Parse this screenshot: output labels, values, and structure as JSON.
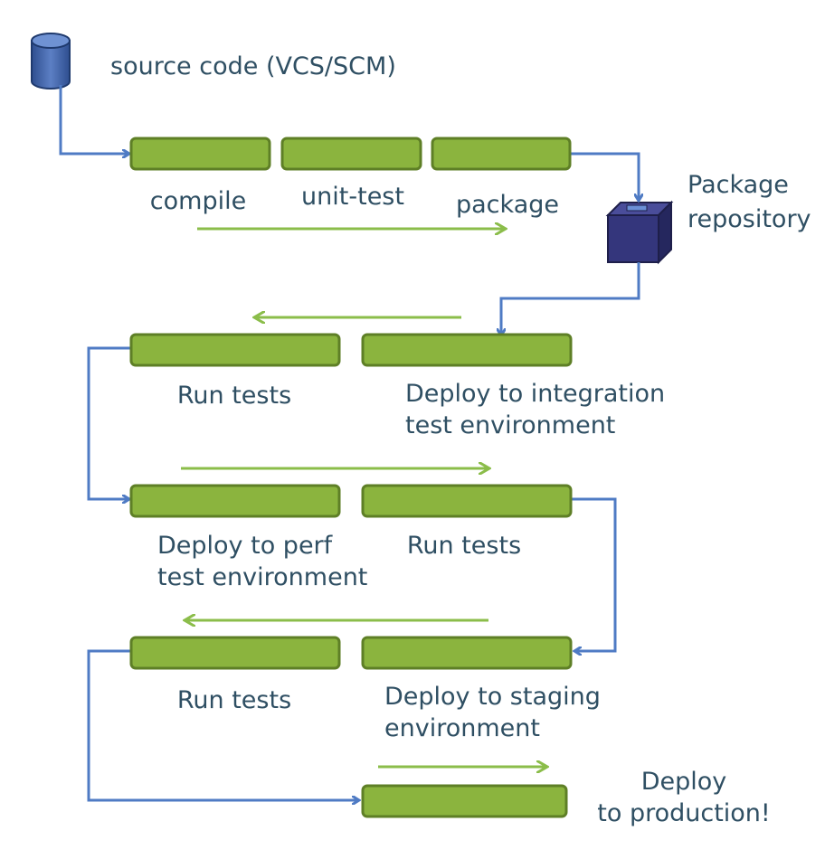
{
  "colors": {
    "stage_fill": "#8bb43e",
    "stage_border": "#5e7f26",
    "flow_arrow": "#4f7bc4",
    "direction_arrow": "#8bbd4a",
    "label_text": "#2f4f63",
    "database": "#3a5a9b",
    "package_box": "#33357a"
  },
  "source": {
    "label": "source code (VCS/SCM)",
    "icon": "database-icon"
  },
  "repository": {
    "line1": "Package",
    "line2": "repository",
    "icon": "package-repository-icon"
  },
  "stages": {
    "compile": "compile",
    "unit_test": "unit-test",
    "package": "package",
    "integration_deploy_line1": "Deploy to integration",
    "integration_deploy_line2": "test environment",
    "integration_run": "Run tests",
    "perf_deploy_line1": "Deploy to perf",
    "perf_deploy_line2": "test environment",
    "perf_run": "Run tests",
    "staging_deploy_line1": "Deploy to staging",
    "staging_deploy_line2": "environment",
    "staging_run": "Run tests",
    "production_line1": "Deploy",
    "production_line2": "to production!"
  }
}
